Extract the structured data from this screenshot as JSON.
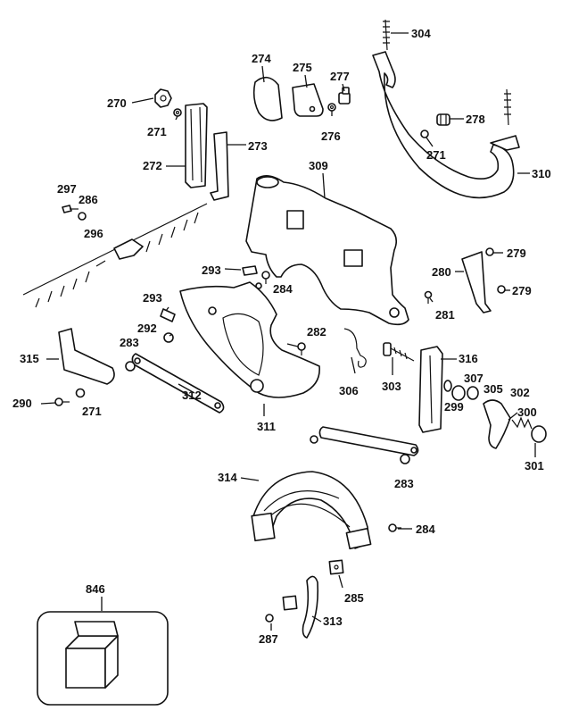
{
  "parts": {
    "p304": "304",
    "p274": "274",
    "p275": "275",
    "p277": "277",
    "p270": "270",
    "p278": "278",
    "p271a": "271",
    "p276": "276",
    "p273": "273",
    "p271b": "271",
    "p309": "309",
    "p272": "272",
    "p310": "310",
    "p297": "297",
    "p286": "286",
    "p296": "296",
    "p279a": "279",
    "p280": "280",
    "p293a": "293",
    "p284a": "284",
    "p279b": "279",
    "p281": "281",
    "p293b": "293",
    "p282": "282",
    "p292": "292",
    "p283a": "283",
    "p315": "315",
    "p316": "316",
    "p307": "307",
    "p305": "305",
    "p302": "302",
    "p306": "306",
    "p303": "303",
    "p312": "312",
    "p299": "299",
    "p300": "300",
    "p290": "290",
    "p271c": "271",
    "p311": "311",
    "p301": "301",
    "p283b": "283",
    "p314": "314",
    "p284b": "284",
    "p846": "846",
    "p285": "285",
    "p313": "313",
    "p287": "287"
  }
}
